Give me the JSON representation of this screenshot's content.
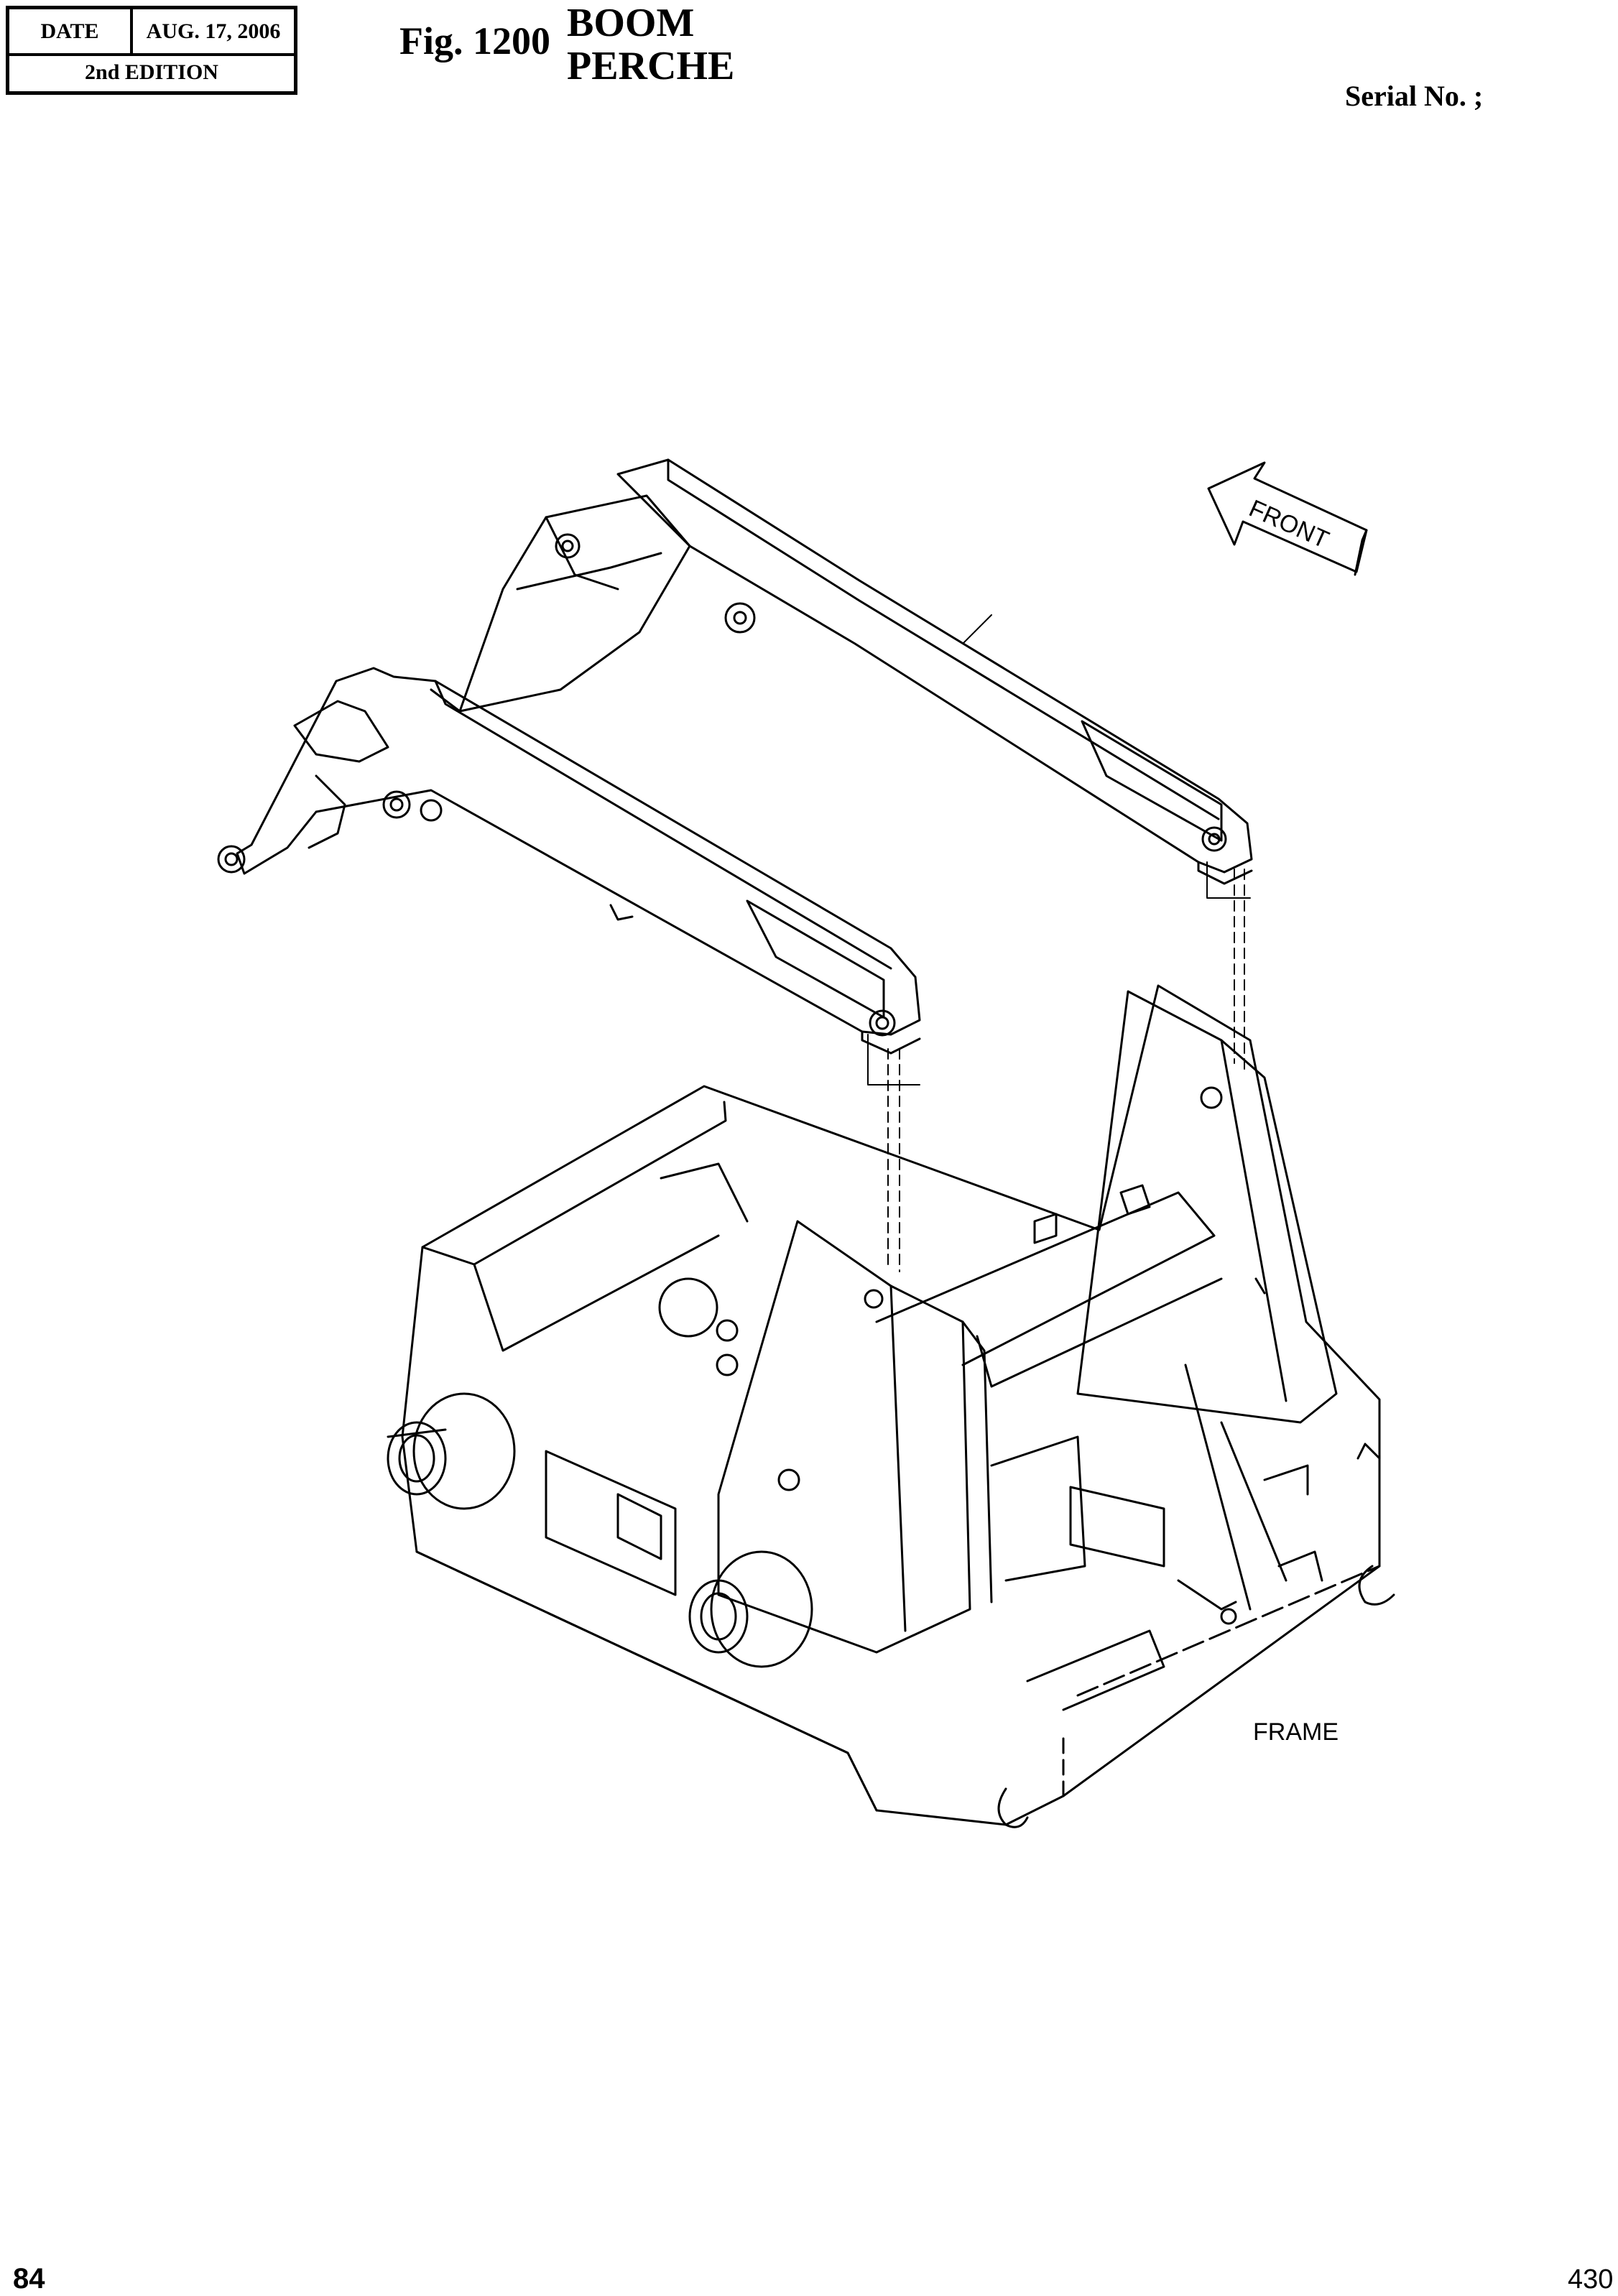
{
  "header": {
    "date_label": "DATE",
    "date_value": "AUG. 17, 2006",
    "edition": "2nd EDITION",
    "figure_number": "Fig. 1200",
    "title_line1": "BOOM",
    "title_line2": "PERCHE",
    "serial_label": "Serial No. ;"
  },
  "diagram": {
    "front_label": "FRONT",
    "frame_label": "FRAME"
  },
  "footer": {
    "page_left": "84",
    "page_right": "430"
  }
}
